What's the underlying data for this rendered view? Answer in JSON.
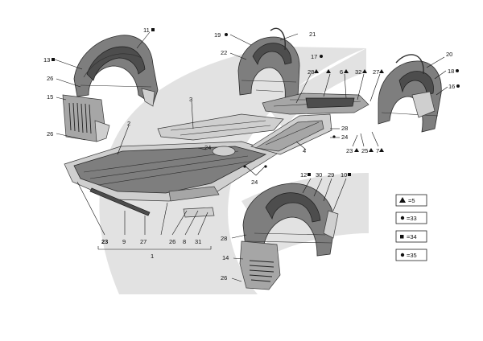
{
  "callouts": {
    "c11": "11",
    "c19": "19",
    "c21": "21",
    "c13": "13",
    "c22": "22",
    "c17": "17",
    "c20": "20",
    "c18": "18",
    "c16": "16",
    "c26a": "26",
    "c15": "15",
    "c26b": "26",
    "c2": "2",
    "c3": "3",
    "c28a": "28",
    "c6": "6",
    "c32": "32",
    "c27a": "27",
    "c28b": "28",
    "c24a": "24",
    "c24b": "24",
    "c24c": "24",
    "c4": "4",
    "c23a": "23",
    "c25": "25",
    "c7": "7",
    "c12": "12",
    "c30": "30",
    "c29": "29",
    "c10": "10",
    "c28c": "28",
    "c14": "14",
    "c26c": "26",
    "c23b": "23",
    "c9": "9",
    "c27b": "27",
    "c26d": "26",
    "c8": "8",
    "c31": "31",
    "c1": "1"
  },
  "legend": {
    "item1": "=5",
    "item2": "=33",
    "item3": "=34",
    "item4": "=35"
  }
}
